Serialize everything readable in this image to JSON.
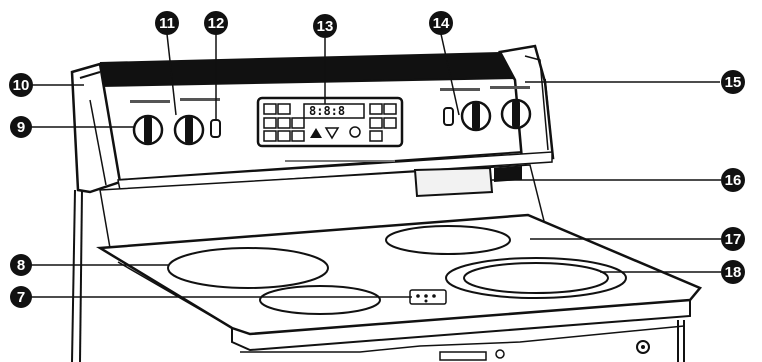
{
  "diagram": {
    "callouts": [
      {
        "id": "c7",
        "label": "7"
      },
      {
        "id": "c8",
        "label": "8"
      },
      {
        "id": "c9",
        "label": "9"
      },
      {
        "id": "c10",
        "label": "10"
      },
      {
        "id": "c11",
        "label": "11"
      },
      {
        "id": "c12",
        "label": "12"
      },
      {
        "id": "c13",
        "label": "13"
      },
      {
        "id": "c14",
        "label": "14"
      },
      {
        "id": "c15",
        "label": "15"
      },
      {
        "id": "c16",
        "label": "16"
      },
      {
        "id": "c17",
        "label": "17"
      },
      {
        "id": "c18",
        "label": "18"
      }
    ],
    "display_readout": "8:8:8",
    "colors": {
      "ink": "#111111",
      "paper": "#ffffff",
      "shade": "#e8e8e8"
    }
  }
}
